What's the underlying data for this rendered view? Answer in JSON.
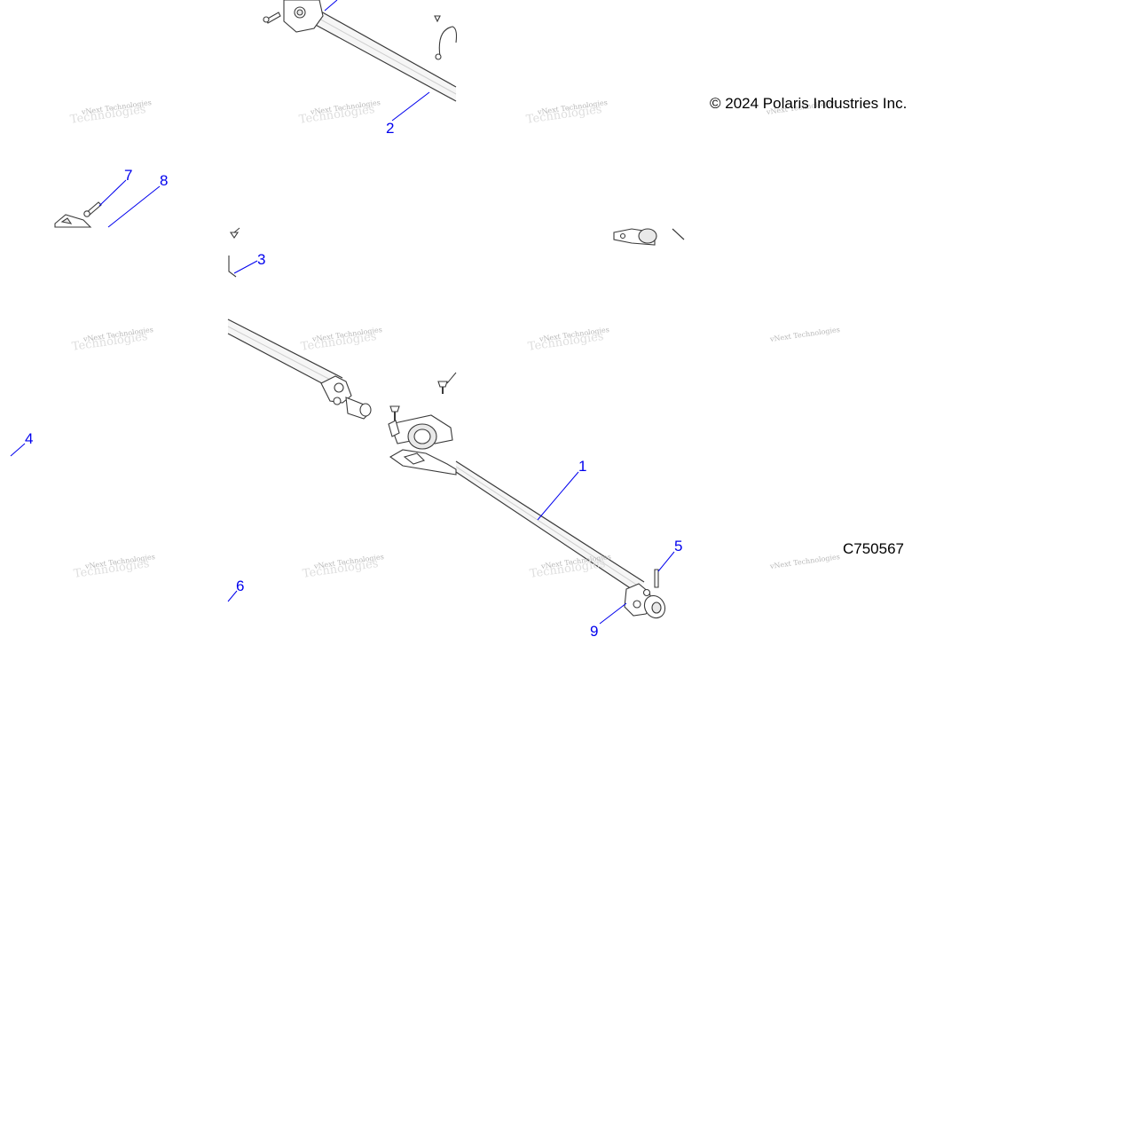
{
  "diagram": {
    "copyright": "© 2024 Polaris Industries Inc.",
    "drawing_number": "C750567",
    "callout_color": "#0000ee",
    "callouts": [
      {
        "id": "1",
        "label": "1"
      },
      {
        "id": "2",
        "label": "2"
      },
      {
        "id": "3",
        "label": "3"
      },
      {
        "id": "4",
        "label": "4"
      },
      {
        "id": "5",
        "label": "5"
      },
      {
        "id": "6",
        "label": "6"
      },
      {
        "id": "7",
        "label": "7"
      },
      {
        "id": "8",
        "label": "8"
      },
      {
        "id": "9",
        "label": "9"
      }
    ],
    "watermark": {
      "text": "vNext Technologies"
    }
  }
}
